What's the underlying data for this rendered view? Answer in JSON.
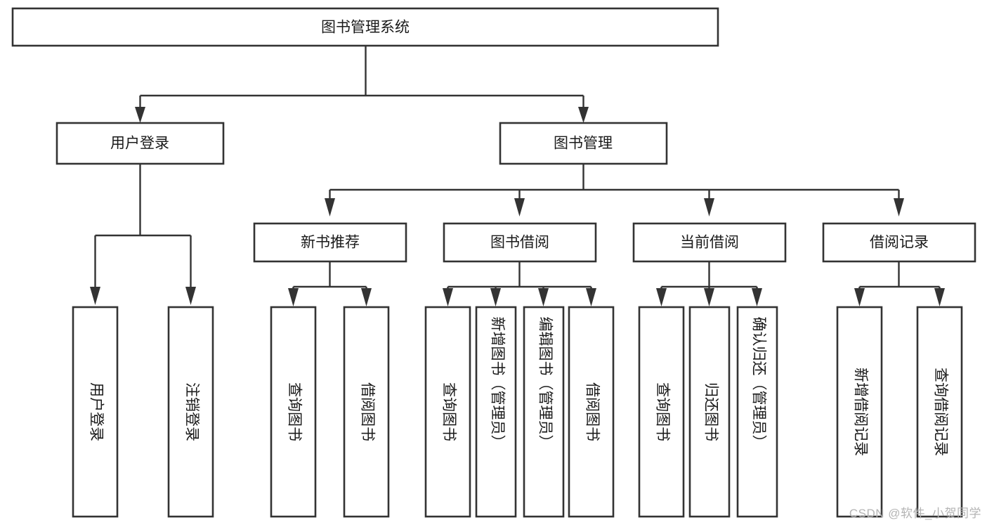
{
  "diagram": {
    "type": "tree",
    "title": "图书管理系统",
    "colors": {
      "stroke": "#333333",
      "fill": "#ffffff",
      "text": "#1a1a1a",
      "watermark": "#b4b4b4",
      "background": "#ffffff"
    },
    "root": {
      "id": "root",
      "label": "图书管理系统",
      "orientation": "horizontal"
    },
    "level2": [
      {
        "id": "user-login",
        "label": "用户登录",
        "orientation": "horizontal"
      },
      {
        "id": "book-management",
        "label": "图书管理",
        "orientation": "horizontal"
      }
    ],
    "level3": [
      {
        "id": "new-book-recommend",
        "label": "新书推荐",
        "orientation": "horizontal",
        "parent": "book-management"
      },
      {
        "id": "book-borrow",
        "label": "图书借阅",
        "orientation": "horizontal",
        "parent": "book-management"
      },
      {
        "id": "current-borrow",
        "label": "当前借阅",
        "orientation": "horizontal",
        "parent": "book-management"
      },
      {
        "id": "borrow-record",
        "label": "借阅记录",
        "orientation": "horizontal",
        "parent": "book-management"
      }
    ],
    "leaves": [
      {
        "id": "leaf-user-login",
        "label": "用户登录",
        "orientation": "vertical",
        "parent": "user-login"
      },
      {
        "id": "leaf-logout",
        "label": "注销登录",
        "orientation": "vertical",
        "parent": "user-login"
      },
      {
        "id": "leaf-query-book-1",
        "label": "查询图书",
        "orientation": "vertical",
        "parent": "new-book-recommend"
      },
      {
        "id": "leaf-borrow-book-1",
        "label": "借阅图书",
        "orientation": "vertical",
        "parent": "new-book-recommend"
      },
      {
        "id": "leaf-query-book-2",
        "label": "查询图书",
        "orientation": "vertical",
        "parent": "book-borrow"
      },
      {
        "id": "leaf-add-book",
        "label": "新增图书（管理员）",
        "orientation": "vertical",
        "parent": "book-borrow"
      },
      {
        "id": "leaf-edit-book",
        "label": "编辑图书（管理员）",
        "orientation": "vertical",
        "parent": "book-borrow"
      },
      {
        "id": "leaf-borrow-book-2",
        "label": "借阅图书",
        "orientation": "vertical",
        "parent": "book-borrow"
      },
      {
        "id": "leaf-query-book-3",
        "label": "查询图书",
        "orientation": "vertical",
        "parent": "current-borrow"
      },
      {
        "id": "leaf-return-book",
        "label": "归还图书",
        "orientation": "vertical",
        "parent": "current-borrow"
      },
      {
        "id": "leaf-confirm-return",
        "label": "确认归还（管理员）",
        "orientation": "vertical",
        "parent": "current-borrow"
      },
      {
        "id": "leaf-add-record",
        "label": "新增借阅记录",
        "orientation": "vertical",
        "parent": "borrow-record"
      },
      {
        "id": "leaf-query-record",
        "label": "查询借阅记录",
        "orientation": "vertical",
        "parent": "borrow-record"
      }
    ]
  },
  "watermark": {
    "text": "CSDN @软件_小贺同学"
  }
}
